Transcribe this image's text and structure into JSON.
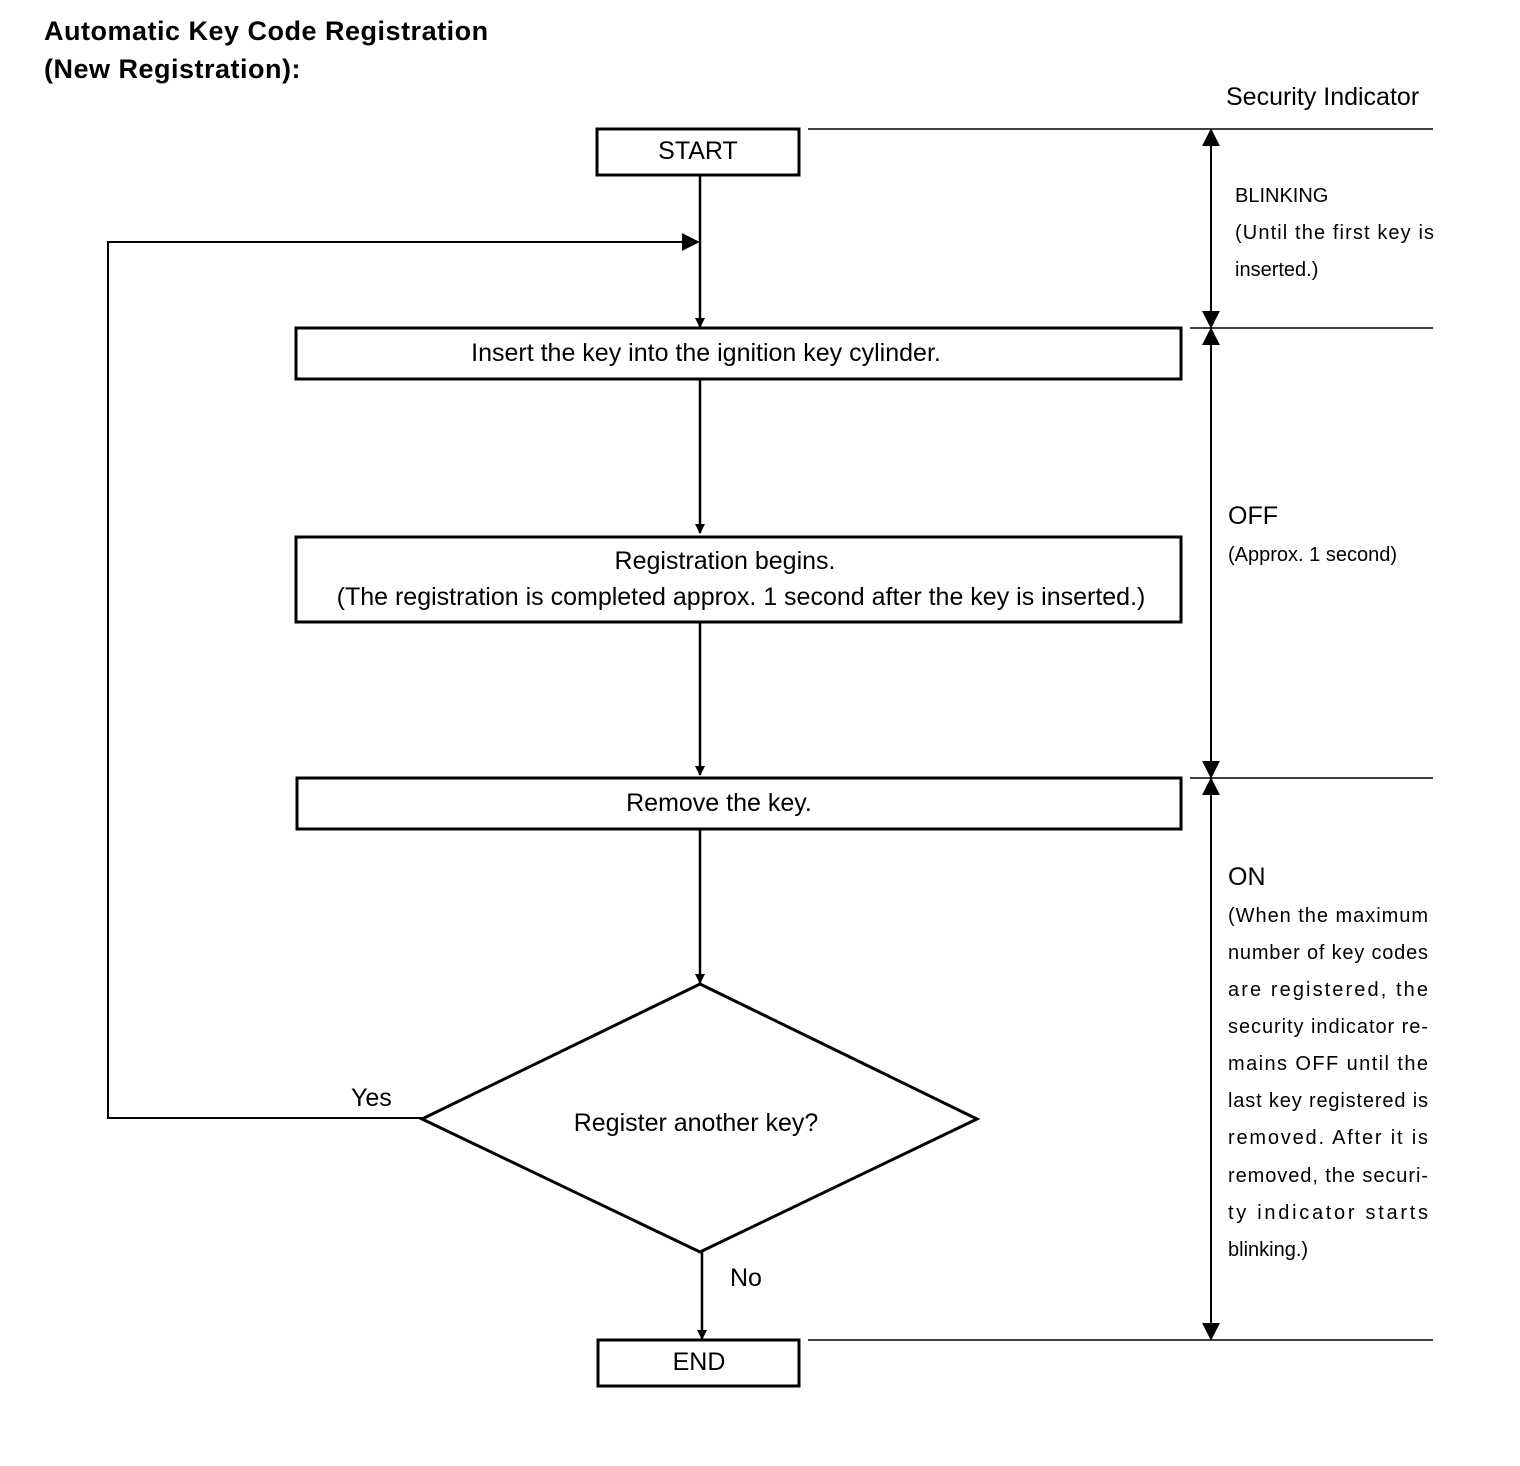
{
  "title": {
    "line1": "Automatic Key Code Registration",
    "line2": "(New Registration):"
  },
  "flow": {
    "start": "START",
    "step1": "Insert the key into the ignition key cylinder.",
    "step2_line1": "Registration begins.",
    "step2_line2": "(The registration is completed approx. 1 second after the key is inserted.)",
    "step3": "Remove the key.",
    "decision": "Register another key?",
    "yes_label": "Yes",
    "no_label": "No",
    "end": "END"
  },
  "indicator": {
    "header": "Security Indicator",
    "blinking": {
      "state": "BLINKING",
      "note": [
        "(Until the first key is",
        "inserted.)"
      ]
    },
    "off": {
      "state": "OFF",
      "note": [
        "(Approx. 1 second)"
      ]
    },
    "on": {
      "state": "ON",
      "note": [
        "(When the maximum",
        "number of key codes",
        "are registered, the",
        "security indicator re-",
        "mains OFF until the",
        "last key registered is",
        "removed. After it is",
        "removed, the securi-",
        "ty indicator starts",
        "blinking.)"
      ]
    }
  }
}
